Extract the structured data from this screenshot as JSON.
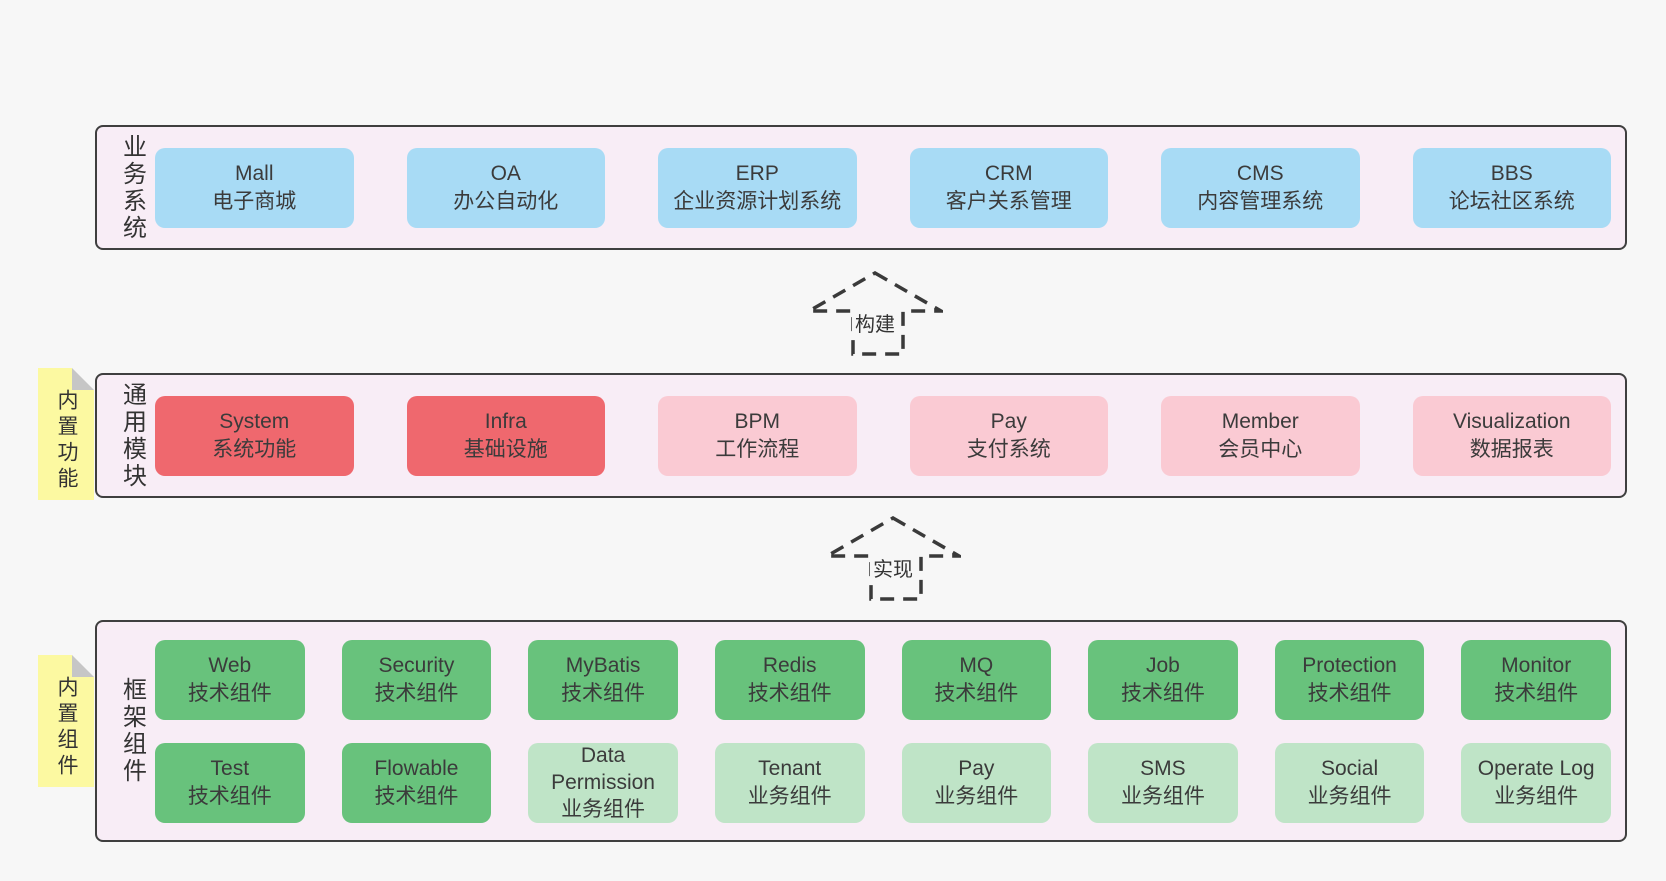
{
  "colors": {
    "page_bg": "#f7f7f7",
    "section_bg": "#f8edf6",
    "section_border": "#3f3f3f",
    "blue_box": "#a8dbf5",
    "red_box": "#ef686e",
    "pink_box": "#facad3",
    "green_dark_box": "#68c27c",
    "green_light_box": "#bfe4c7",
    "sticky_note": "#fcf9a1",
    "note_fold": "#c6c6c6",
    "text": "#3b3b3b"
  },
  "labels": {
    "build_arrow": "构建",
    "implement_arrow": "实现"
  },
  "business": {
    "side_label": "业务系统",
    "boxes": [
      {
        "title": "Mall",
        "subtitle": "电子商城"
      },
      {
        "title": "OA",
        "subtitle": "办公自动化"
      },
      {
        "title": "ERP",
        "subtitle": "企业资源计划系统"
      },
      {
        "title": "CRM",
        "subtitle": "客户关系管理"
      },
      {
        "title": "CMS",
        "subtitle": "内容管理系统"
      },
      {
        "title": "BBS",
        "subtitle": "论坛社区系统"
      }
    ]
  },
  "modules": {
    "side_label": "通用模块",
    "sticky_note": "内置功能",
    "boxes": [
      {
        "title": "System",
        "subtitle": "系统功能"
      },
      {
        "title": "Infra",
        "subtitle": "基础设施"
      },
      {
        "title": "BPM",
        "subtitle": "工作流程"
      },
      {
        "title": "Pay",
        "subtitle": "支付系统"
      },
      {
        "title": "Member",
        "subtitle": "会员中心"
      },
      {
        "title": "Visualization",
        "subtitle": "数据报表"
      }
    ]
  },
  "framework": {
    "side_label": "框架组件",
    "sticky_note": "内置组件",
    "row1": [
      {
        "title": "Web",
        "subtitle": "技术组件"
      },
      {
        "title": "Security",
        "subtitle": "技术组件"
      },
      {
        "title": "MyBatis",
        "subtitle": "技术组件"
      },
      {
        "title": "Redis",
        "subtitle": "技术组件"
      },
      {
        "title": "MQ",
        "subtitle": "技术组件"
      },
      {
        "title": "Job",
        "subtitle": "技术组件"
      },
      {
        "title": "Protection",
        "subtitle": "技术组件"
      },
      {
        "title": "Monitor",
        "subtitle": "技术组件"
      }
    ],
    "row2": [
      {
        "title": "Test",
        "subtitle": "技术组件"
      },
      {
        "title": "Flowable",
        "subtitle": "技术组件"
      },
      {
        "title": "Data Permission",
        "subtitle": "业务组件"
      },
      {
        "title": "Tenant",
        "subtitle": "业务组件"
      },
      {
        "title": "Pay",
        "subtitle": "业务组件"
      },
      {
        "title": "SMS",
        "subtitle": "业务组件"
      },
      {
        "title": "Social",
        "subtitle": "业务组件"
      },
      {
        "title": "Operate Log",
        "subtitle": "业务组件"
      }
    ]
  }
}
